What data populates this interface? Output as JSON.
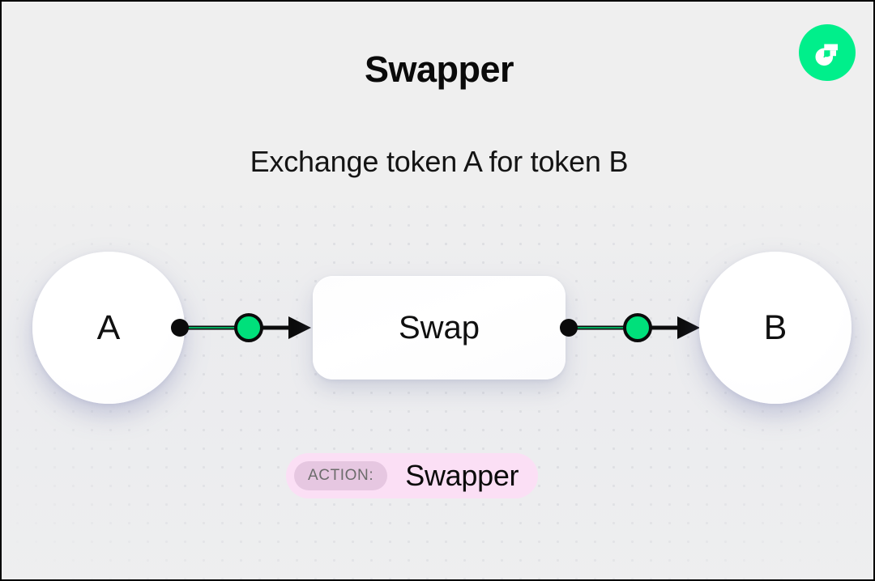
{
  "header": {
    "title": "Swapper",
    "subtitle": "Exchange token A for token B"
  },
  "brand": {
    "logo_name": "flow-logo-icon",
    "background_color": "#00ef8b",
    "mark_color": "#ffffff"
  },
  "diagram": {
    "input_node": {
      "label": "A",
      "name": "token-a-node"
    },
    "process_node": {
      "label": "Swap",
      "name": "swap-process-node"
    },
    "output_node": {
      "label": "B",
      "name": "token-b-node"
    },
    "connectors": [
      {
        "name": "connector-a-to-swap",
        "from": "A",
        "to": "Swap",
        "marker_color": "#00e07b"
      },
      {
        "name": "connector-swap-to-b",
        "from": "Swap",
        "to": "B",
        "marker_color": "#00e07b"
      }
    ]
  },
  "action_badge": {
    "chip_label": "ACTION:",
    "value": "Swapper",
    "background_color": "#fbdff5",
    "chip_color": "#e6c7e1"
  },
  "theme": {
    "canvas_background": "#efefef",
    "accent_green": "#00ef8b",
    "dot_color": "#dddee2",
    "text_color": "#0a0a0a"
  }
}
